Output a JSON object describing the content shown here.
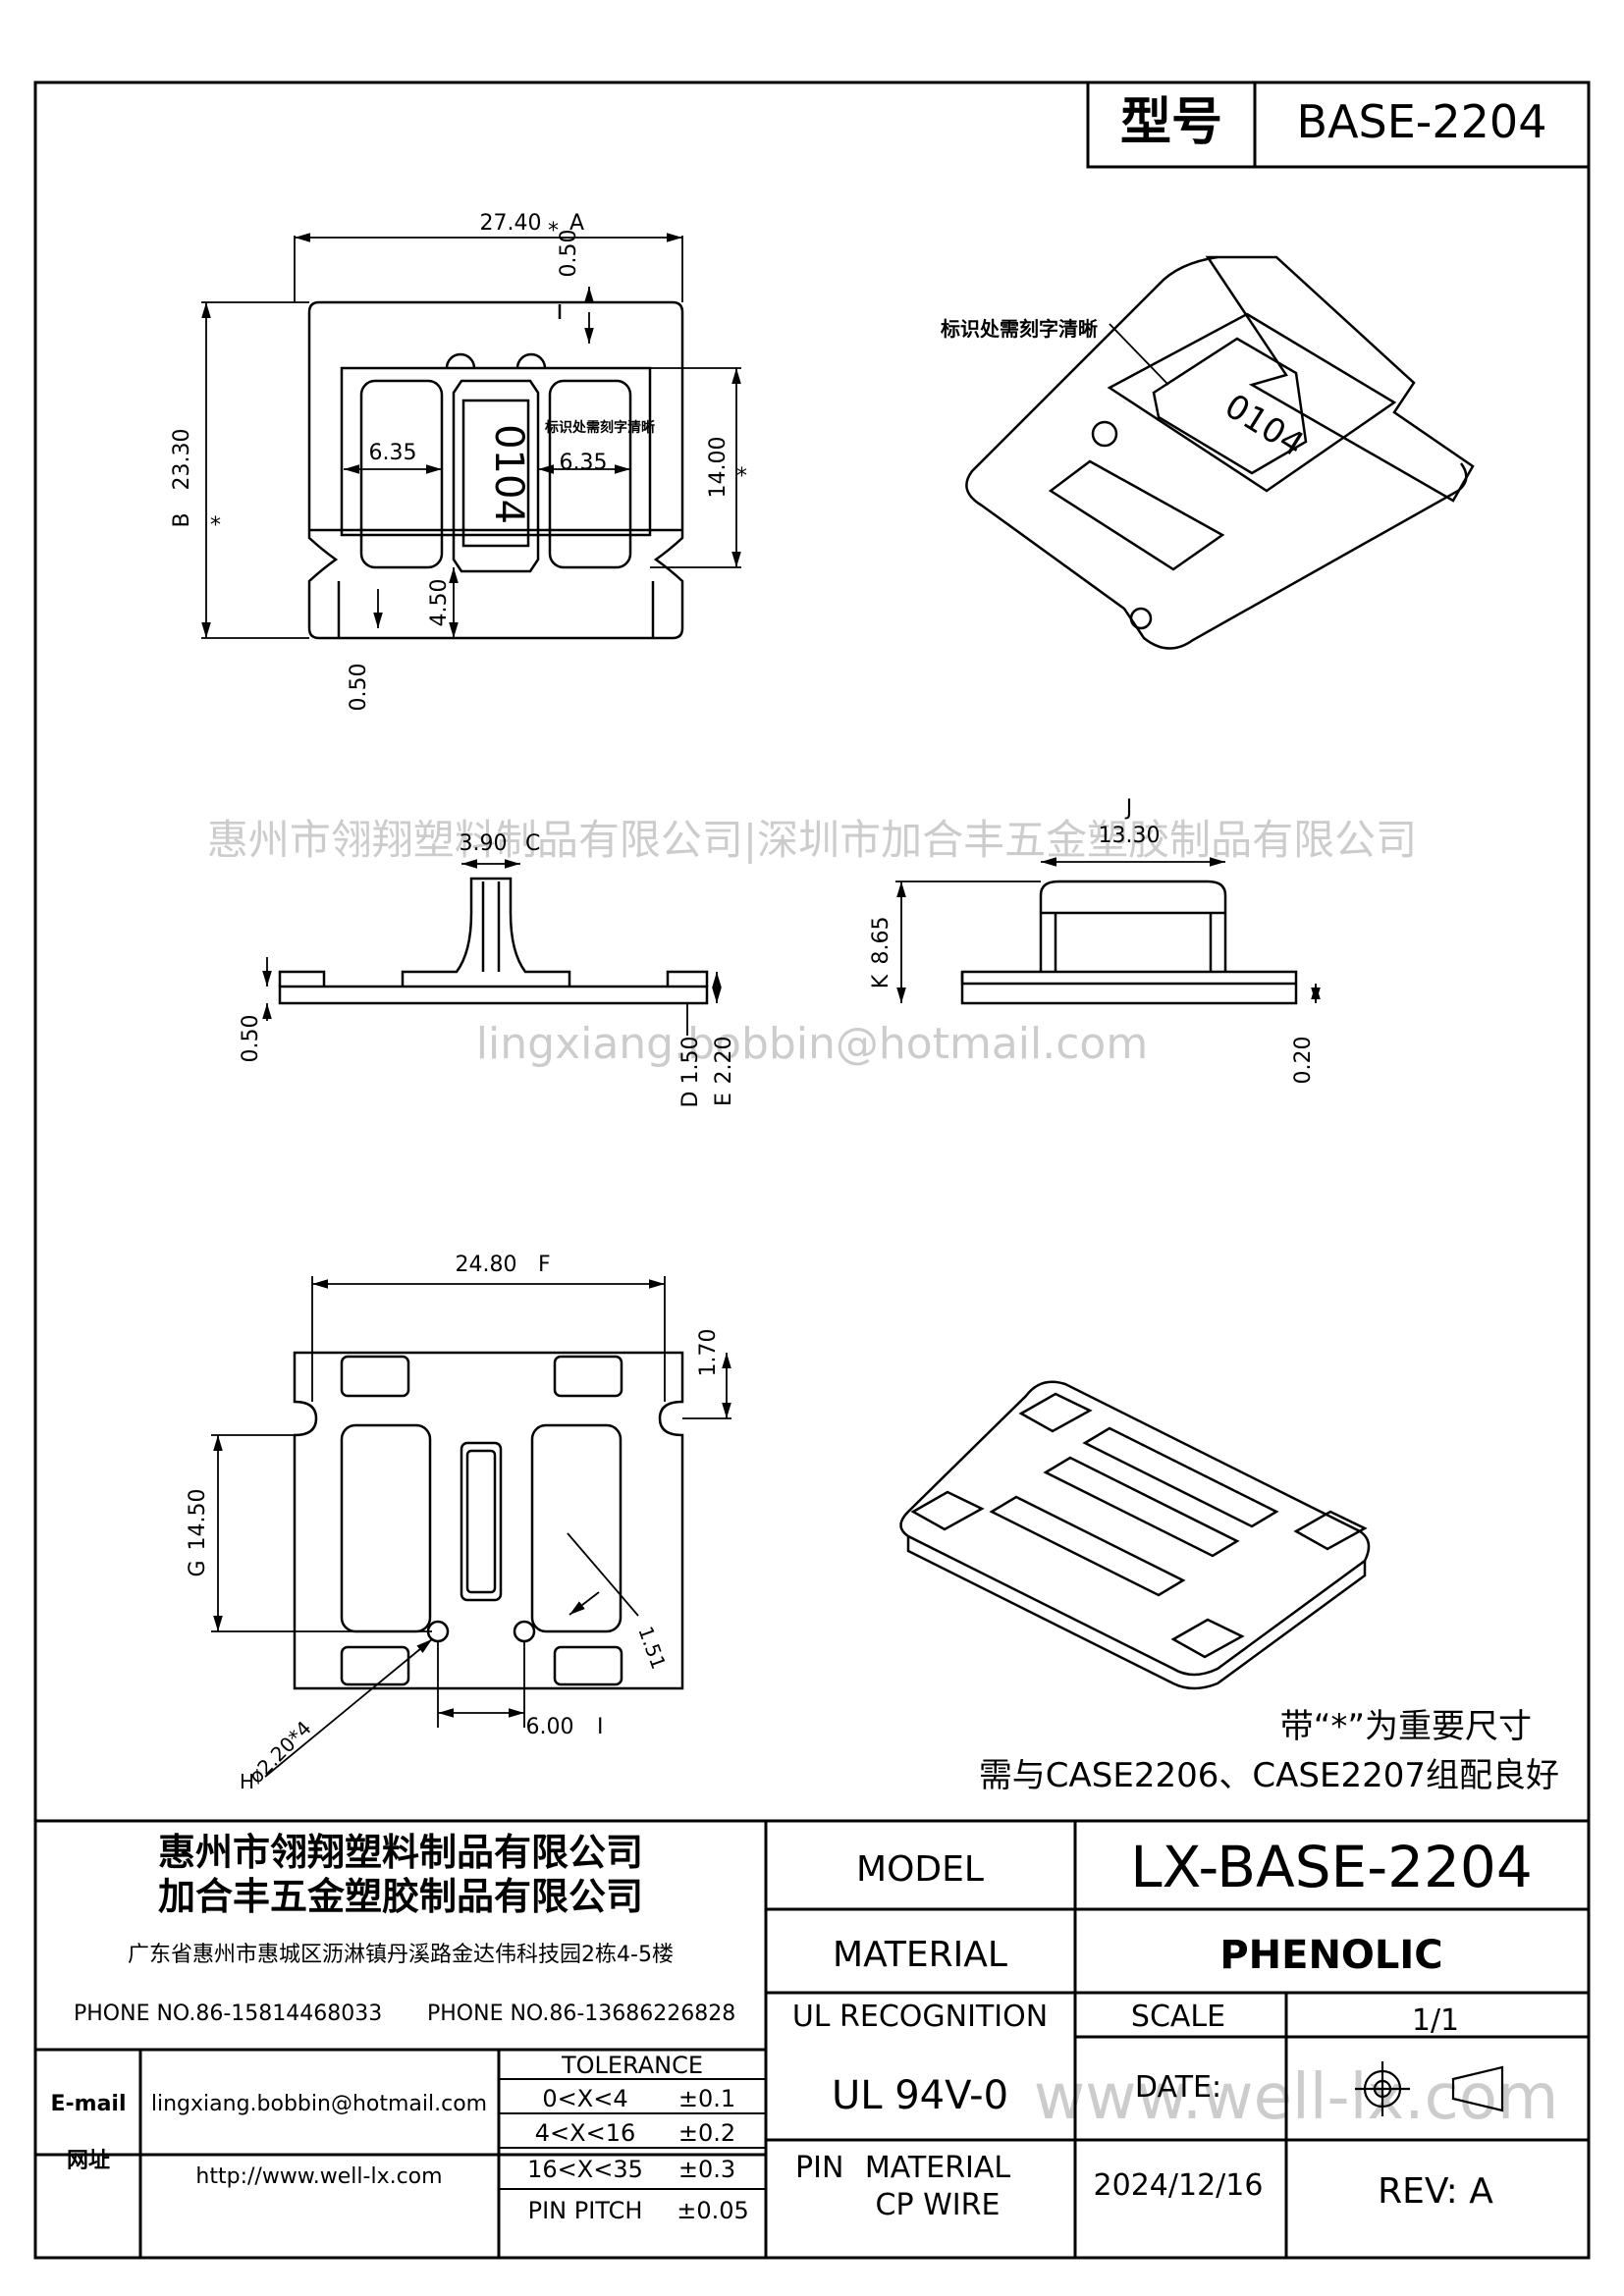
{
  "title_box": {
    "label": "型号",
    "model": "BASE-2204"
  },
  "watermark": {
    "company_line": "惠州市翎翔塑料制品有限公司|深圳市加合丰五金塑胶制品有限公司",
    "email_line": "lingxiang.bobbin@hotmail.com",
    "site": "www.well-lx.com"
  },
  "top_view": {
    "width": "27.40",
    "width_tag": "A",
    "height": "23.30",
    "height_tag": "B",
    "top_offset": "0.50",
    "inner_height": "14.00",
    "left_gap": "6.35",
    "right_gap": "6.35",
    "bottom_gap": "4.50",
    "bottom_offset": "0.50",
    "marking_text": "0104",
    "marking_note": "标识处需刻字清晰"
  },
  "iso_top": {
    "marking_text": "0104",
    "marking_note": "标识处需刻字清晰"
  },
  "side_view": {
    "neck": "3.90",
    "neck_tag": "C",
    "base_thk": "0.50",
    "d_dim": "1.50",
    "d_tag": "D",
    "e_dim": "2.20",
    "e_tag": "E"
  },
  "front_view": {
    "width": "13.30",
    "width_tag": "J",
    "height": "8.65",
    "height_tag": "K",
    "thk": "0.20"
  },
  "bottom_view": {
    "width": "24.80",
    "width_tag": "F",
    "height": "14.50",
    "height_tag": "G",
    "notch": "1.70",
    "radius": "1.51",
    "hole": "ø2.20*4",
    "hole_tag": "H",
    "pitch": "6.00",
    "pitch_tag": "I"
  },
  "notes": {
    "line1": "带“*”为重要尺寸",
    "line2": "需与CASE2206、CASE2207组配良好"
  },
  "company": {
    "name1": "惠州市翎翔塑料制品有限公司",
    "name2": "加合丰五金塑胶制品有限公司",
    "address": "广东省惠州市惠城区沥淋镇丹溪路金达伟科技园2栋4-5楼",
    "phone1": "PHONE NO.86-15814468033",
    "phone2": "PHONE NO.86-13686226828",
    "email_label": "E-mail",
    "email": "lingxiang.bobbin@hotmail.com",
    "site_label": "网址",
    "site": "http://www.well-lx.com"
  },
  "tolerance": {
    "header": "TOLERANCE",
    "rows": [
      {
        "range": "0<X<4",
        "tol": "±0.1"
      },
      {
        "range": "4<X<16",
        "tol": "±0.2"
      },
      {
        "range": "16<X<35",
        "tol": "±0.3"
      },
      {
        "range": "PIN PITCH",
        "tol": "±0.05"
      }
    ]
  },
  "spec": {
    "model_label": "MODEL",
    "model": "LX-BASE-2204",
    "material_label": "MATERIAL",
    "material": "PHENOLIC",
    "ul_label": "UL RECOGNITION",
    "ul": "UL 94V-0",
    "pin_label": "PIN",
    "pin_material_label": "MATERIAL",
    "pin_material": "CP WIRE",
    "scale_label": "SCALE",
    "scale": "1/1",
    "date_label": "DATE:",
    "date": "2024/12/16",
    "rev": "REV: A"
  }
}
